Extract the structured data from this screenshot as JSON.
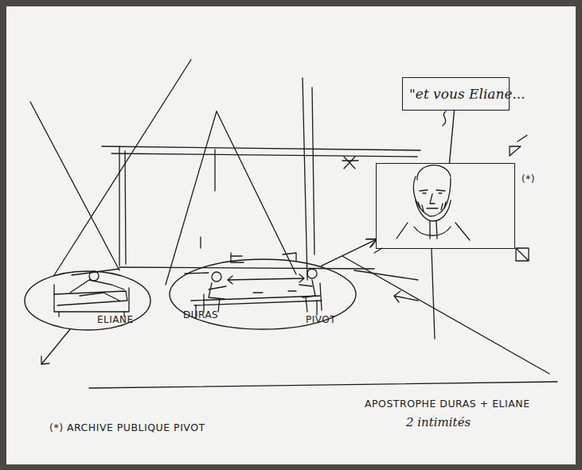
{
  "diagram": {
    "nodes": [
      {
        "text": [
          "\"et vous Eliane..."
        ]
      },
      {
        "text": [
          "(*)"
        ]
      },
      {
        "text": [
          "ELIANE"
        ]
      },
      {
        "text": [
          "DURAS",
          "PIVOT"
        ]
      }
    ],
    "edges": [
      {
        "from": 0,
        "to": 1,
        "arrow": "none"
      },
      {
        "from": 3,
        "to": 1,
        "arrow": "to"
      }
    ],
    "labels": [
      "(*) ARCHIVE PUBLIQUE PIVOT",
      "APOSTROPHE DURAS + ELIANE",
      "2 intimités"
    ]
  }
}
